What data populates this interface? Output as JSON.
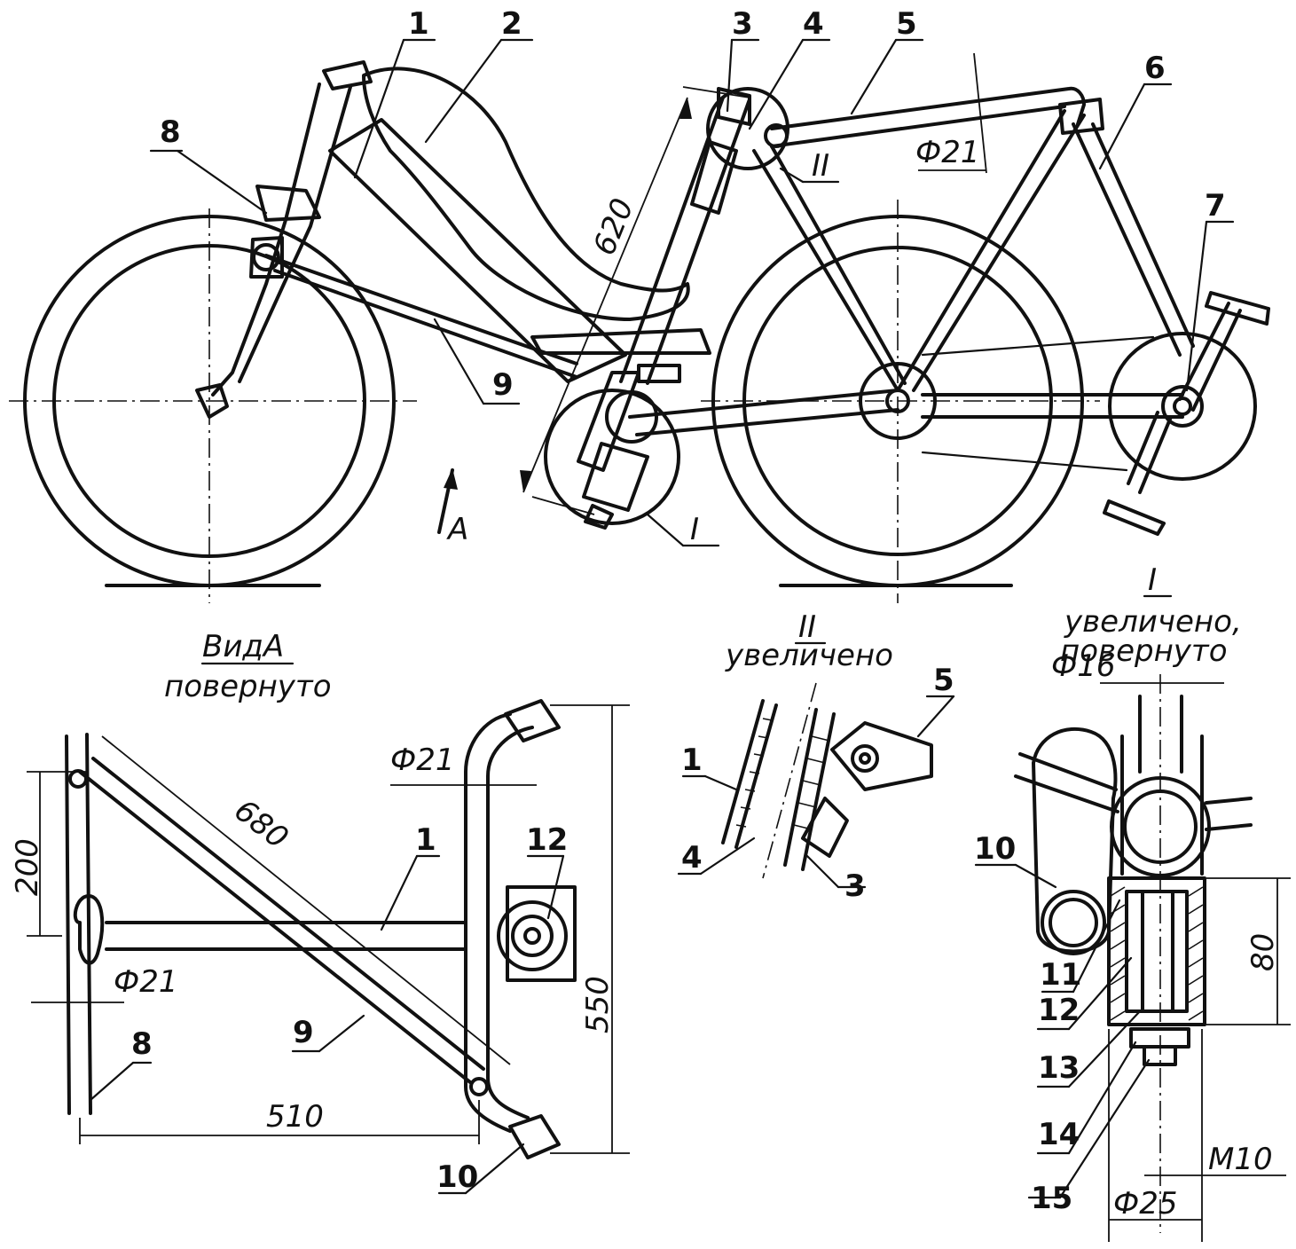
{
  "main_view": {
    "callouts": [
      "1",
      "2",
      "3",
      "4",
      "5",
      "6",
      "7",
      "8",
      "9"
    ],
    "dims": {
      "d620": "620",
      "d21": "Ф21"
    },
    "detail_marks": {
      "I": "I",
      "II": "II"
    },
    "view_arrow": "А"
  },
  "view_a": {
    "title": "ВидА",
    "subtitle": "повернуто",
    "callouts": [
      "1",
      "8",
      "9",
      "10",
      "12"
    ],
    "dims": {
      "d200": "200",
      "d680": "680",
      "d21a": "Ф21",
      "d21b": "Ф21",
      "d550": "550",
      "d510": "510"
    }
  },
  "detail_ii": {
    "title": "II",
    "subtitle": "увеличено",
    "callouts": [
      "1",
      "3",
      "4",
      "5"
    ]
  },
  "detail_i": {
    "title": "I",
    "subtitle": "увеличено,",
    "subtitle2": "повернуто",
    "callouts": [
      "10",
      "11",
      "12",
      "13",
      "14",
      "15"
    ],
    "dims": {
      "d16": "Ф16",
      "d80": "80",
      "m10": "М10",
      "d25": "Ф25"
    }
  }
}
